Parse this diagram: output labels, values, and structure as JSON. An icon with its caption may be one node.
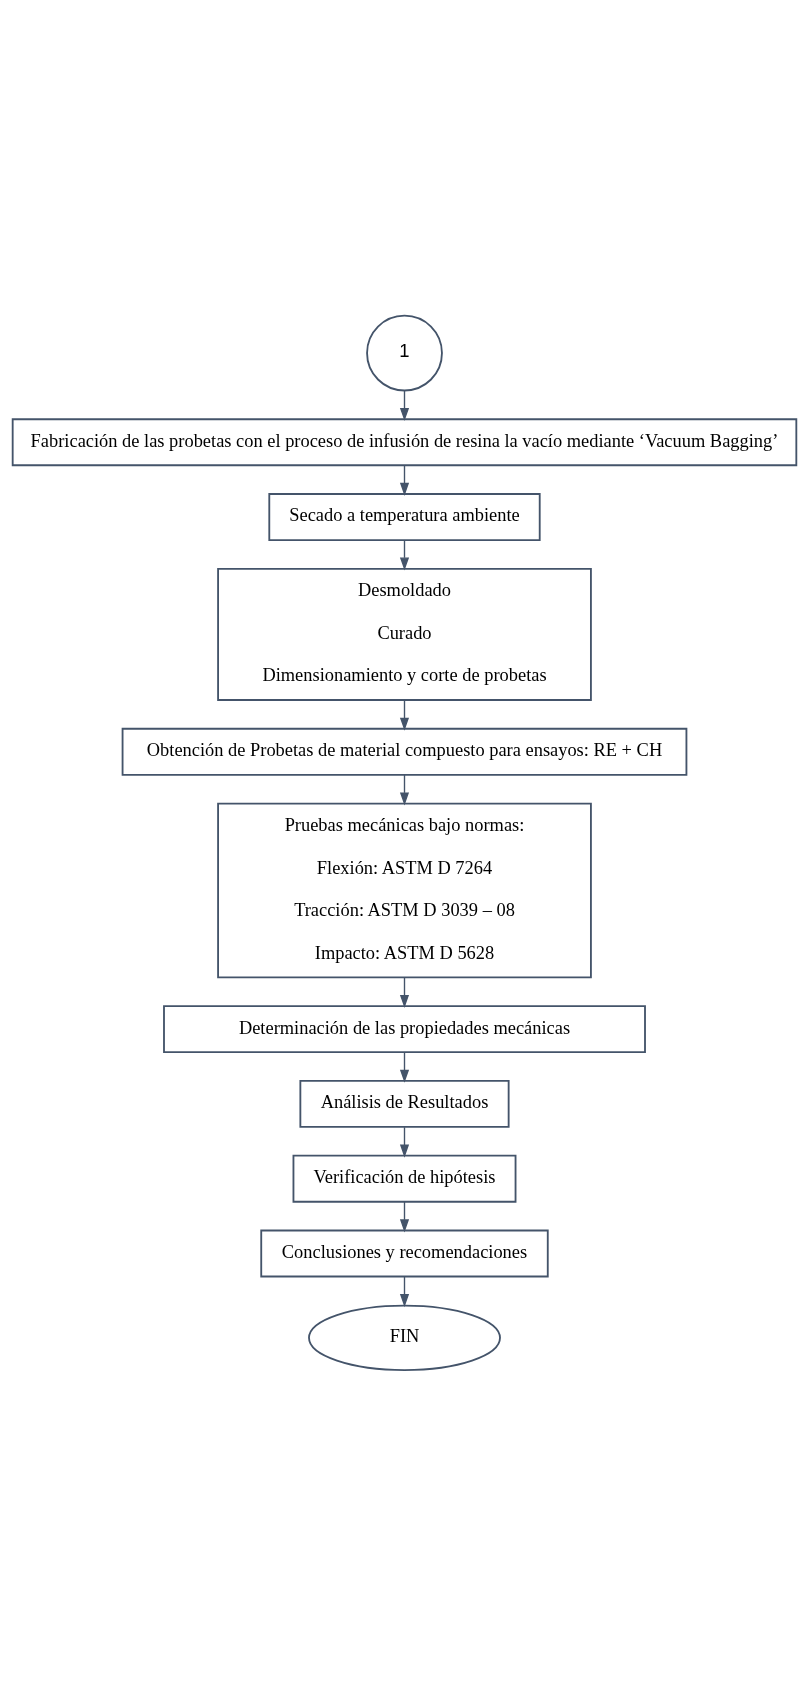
{
  "diagram": {
    "nodes": [
      {
        "text": [
          "1"
        ]
      },
      {
        "text": [
          "Fabricación de las probetas con el proceso de infusión de resina la vacío mediante ‘Vacuum Bagging’"
        ]
      },
      {
        "text": [
          "Secado a temperatura ambiente"
        ]
      },
      {
        "text": [
          "Desmoldado",
          "Curado",
          "Dimensionamiento y corte de probetas"
        ]
      },
      {
        "text": [
          "Obtención de Probetas de material compuesto para ensayos: RE + CH"
        ]
      },
      {
        "text": [
          "Pruebas mecánicas bajo normas:",
          "Flexión: ASTM D 7264",
          "Tracción: ASTM D 3039 – 08",
          "Impacto: ASTM D 5628"
        ]
      },
      {
        "text": [
          "Determinación de las propiedades mecánicas"
        ]
      },
      {
        "text": [
          "Análisis de Resultados"
        ]
      },
      {
        "text": [
          "Verificación de hipótesis"
        ]
      },
      {
        "text": [
          "Conclusiones y recomendaciones"
        ]
      },
      {
        "text": [
          "FIN"
        ]
      }
    ],
    "edges": [
      {
        "from": 0,
        "to": 1,
        "arrow": "to"
      },
      {
        "from": 1,
        "to": 2,
        "arrow": "to"
      },
      {
        "from": 2,
        "to": 3,
        "arrow": "to"
      },
      {
        "from": 3,
        "to": 4,
        "arrow": "to"
      },
      {
        "from": 4,
        "to": 5,
        "arrow": "to"
      },
      {
        "from": 5,
        "to": 6,
        "arrow": "to"
      },
      {
        "from": 6,
        "to": 7,
        "arrow": "to"
      },
      {
        "from": 7,
        "to": 8,
        "arrow": "to"
      },
      {
        "from": 8,
        "to": 9,
        "arrow": "to"
      },
      {
        "from": 9,
        "to": 10,
        "arrow": "to"
      }
    ]
  }
}
